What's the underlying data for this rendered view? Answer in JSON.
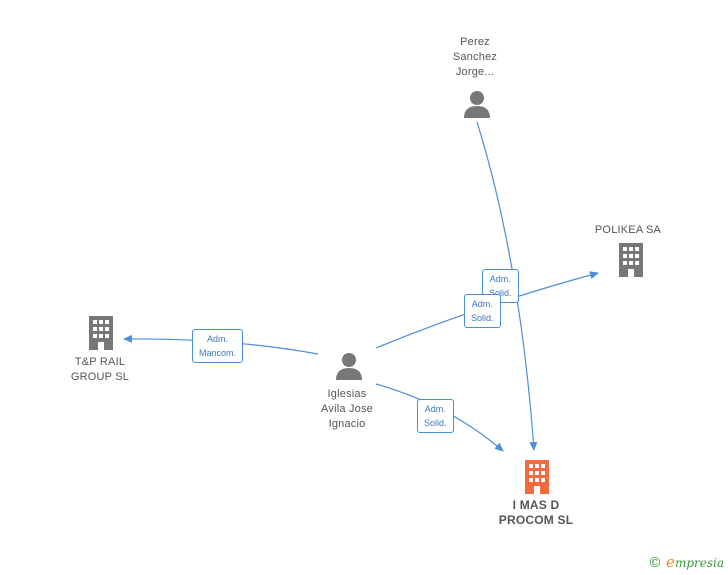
{
  "nodes": {
    "perez": {
      "lines": [
        "Perez",
        "Sanchez",
        "Jorge..."
      ],
      "kind": "person"
    },
    "polikea": {
      "lines": [
        "POLIKEA SA"
      ],
      "kind": "company"
    },
    "tp_rail": {
      "lines": [
        "T&P RAIL",
        "GROUP SL"
      ],
      "kind": "company"
    },
    "iglesias": {
      "lines": [
        "Iglesias",
        "Avila Jose",
        "Ignacio"
      ],
      "kind": "person"
    },
    "imasd": {
      "lines": [
        "I MAS D",
        "PROCOM SL"
      ],
      "kind": "main-company"
    }
  },
  "edges": {
    "e1": {
      "lines": [
        "Adm.",
        "Solid."
      ]
    },
    "e2": {
      "lines": [
        "Adm.",
        "Solid."
      ]
    },
    "e3": {
      "lines": [
        "Adm.",
        "Mancom."
      ]
    },
    "e4": {
      "lines": [
        "Adm.",
        "Solid."
      ]
    }
  },
  "colors": {
    "edge": "#4a8fd9",
    "icon": "#777777",
    "main_icon": "#f26a3d"
  },
  "brand": {
    "symbol": "©",
    "initial": "e",
    "rest": "mpresia"
  }
}
